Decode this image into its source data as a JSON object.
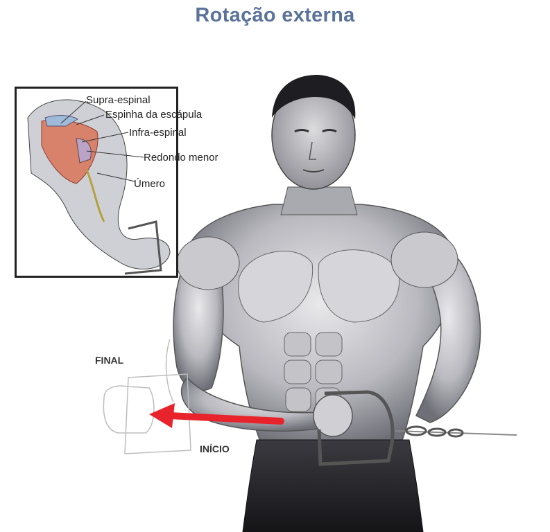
{
  "title": "Rotação externa",
  "inset_labels": {
    "supra": "Supra-espinal",
    "espinha": "Espinha da escápula",
    "infra": "Infra-espinal",
    "redondo": "Redondo menor",
    "umero": "Úmero"
  },
  "stages": {
    "final": "FINAL",
    "inicio": "INÍCIO"
  },
  "colors": {
    "title": "#5b7299",
    "arrow": "#e8232b",
    "muscle_highlight": "#d9826b"
  }
}
